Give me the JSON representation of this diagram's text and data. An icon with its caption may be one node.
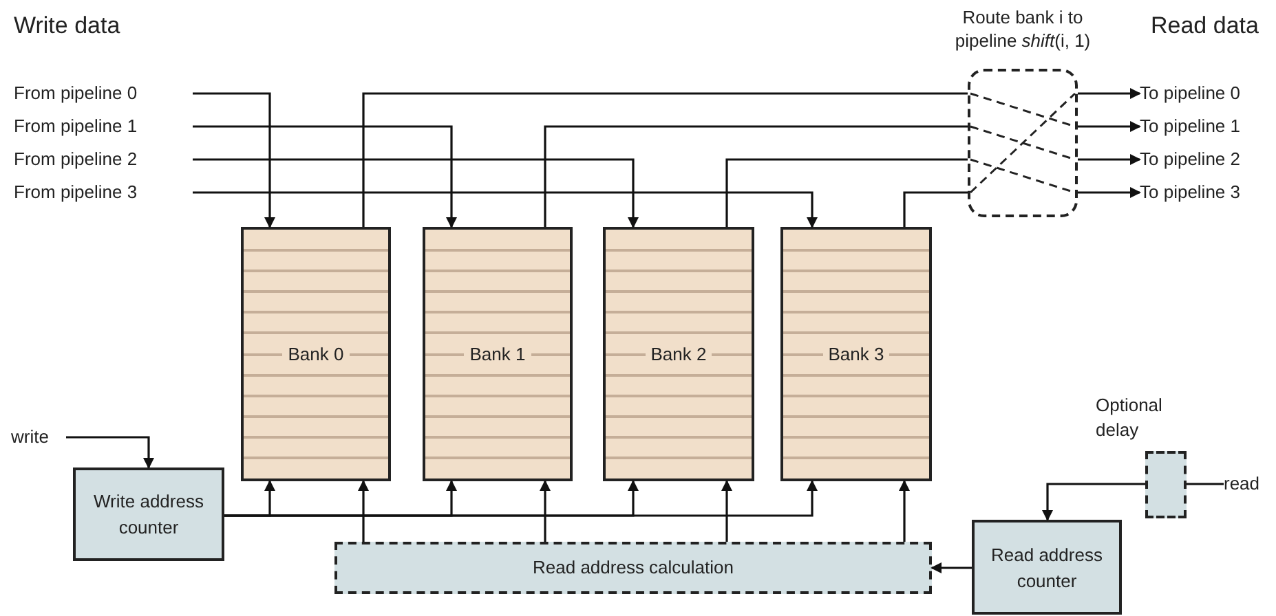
{
  "diagram": {
    "nodes": [
      {
        "text": [
          "From pipeline 0"
        ]
      },
      {
        "text": [
          "From pipeline 1"
        ]
      },
      {
        "text": [
          "From pipeline 2"
        ]
      },
      {
        "text": [
          "From pipeline 3"
        ]
      },
      {
        "text": [
          "Bank 0"
        ]
      },
      {
        "text": [
          "Bank 1"
        ]
      },
      {
        "text": [
          "Bank 2"
        ]
      },
      {
        "text": [
          "Bank 3"
        ]
      },
      {
        "text": [
          "Route bank i to pipeline *shift*(i, 1)"
        ]
      },
      {
        "text": [
          "To pipeline 0"
        ]
      },
      {
        "text": [
          "To pipeline 1"
        ]
      },
      {
        "text": [
          "To pipeline 2"
        ]
      },
      {
        "text": [
          "To pipeline 3"
        ]
      },
      {
        "text": [
          "write"
        ]
      },
      {
        "text": [
          "Write address counter"
        ]
      },
      {
        "text": [
          "Read address calculation"
        ]
      },
      {
        "text": [
          "Read address counter"
        ]
      },
      {
        "text": [
          "Optional delay"
        ]
      },
      {
        "text": [
          "read"
        ]
      }
    ],
    "edges": [
      {
        "from": 0,
        "to": 4,
        "arrow": "to"
      },
      {
        "from": 1,
        "to": 5,
        "arrow": "to"
      },
      {
        "from": 2,
        "to": 6,
        "arrow": "to"
      },
      {
        "from": 3,
        "to": 7,
        "arrow": "to"
      },
      {
        "from": 4,
        "to": 8,
        "arrow": "none"
      },
      {
        "from": 5,
        "to": 8,
        "arrow": "none"
      },
      {
        "from": 6,
        "to": 8,
        "arrow": "none"
      },
      {
        "from": 7,
        "to": 8,
        "arrow": "none"
      },
      {
        "from": 8,
        "to": 9,
        "arrow": "to"
      },
      {
        "from": 8,
        "to": 10,
        "arrow": "to"
      },
      {
        "from": 8,
        "to": 11,
        "arrow": "to"
      },
      {
        "from": 8,
        "to": 12,
        "arrow": "to"
      },
      {
        "from": 13,
        "to": 14,
        "arrow": "to"
      },
      {
        "from": 14,
        "to": 4,
        "arrow": "to"
      },
      {
        "from": 14,
        "to": 5,
        "arrow": "to"
      },
      {
        "from": 14,
        "to": 6,
        "arrow": "to"
      },
      {
        "from": 14,
        "to": 7,
        "arrow": "to"
      },
      {
        "from": 15,
        "to": 4,
        "arrow": "to"
      },
      {
        "from": 15,
        "to": 5,
        "arrow": "to"
      },
      {
        "from": 15,
        "to": 6,
        "arrow": "to"
      },
      {
        "from": 15,
        "to": 7,
        "arrow": "to"
      },
      {
        "from": 16,
        "to": 15,
        "arrow": "to"
      },
      {
        "from": 17,
        "to": 16,
        "arrow": "to"
      },
      {
        "from": 18,
        "to": 17,
        "arrow": "none"
      }
    ],
    "labels": [
      "Write data",
      "Read data"
    ]
  }
}
